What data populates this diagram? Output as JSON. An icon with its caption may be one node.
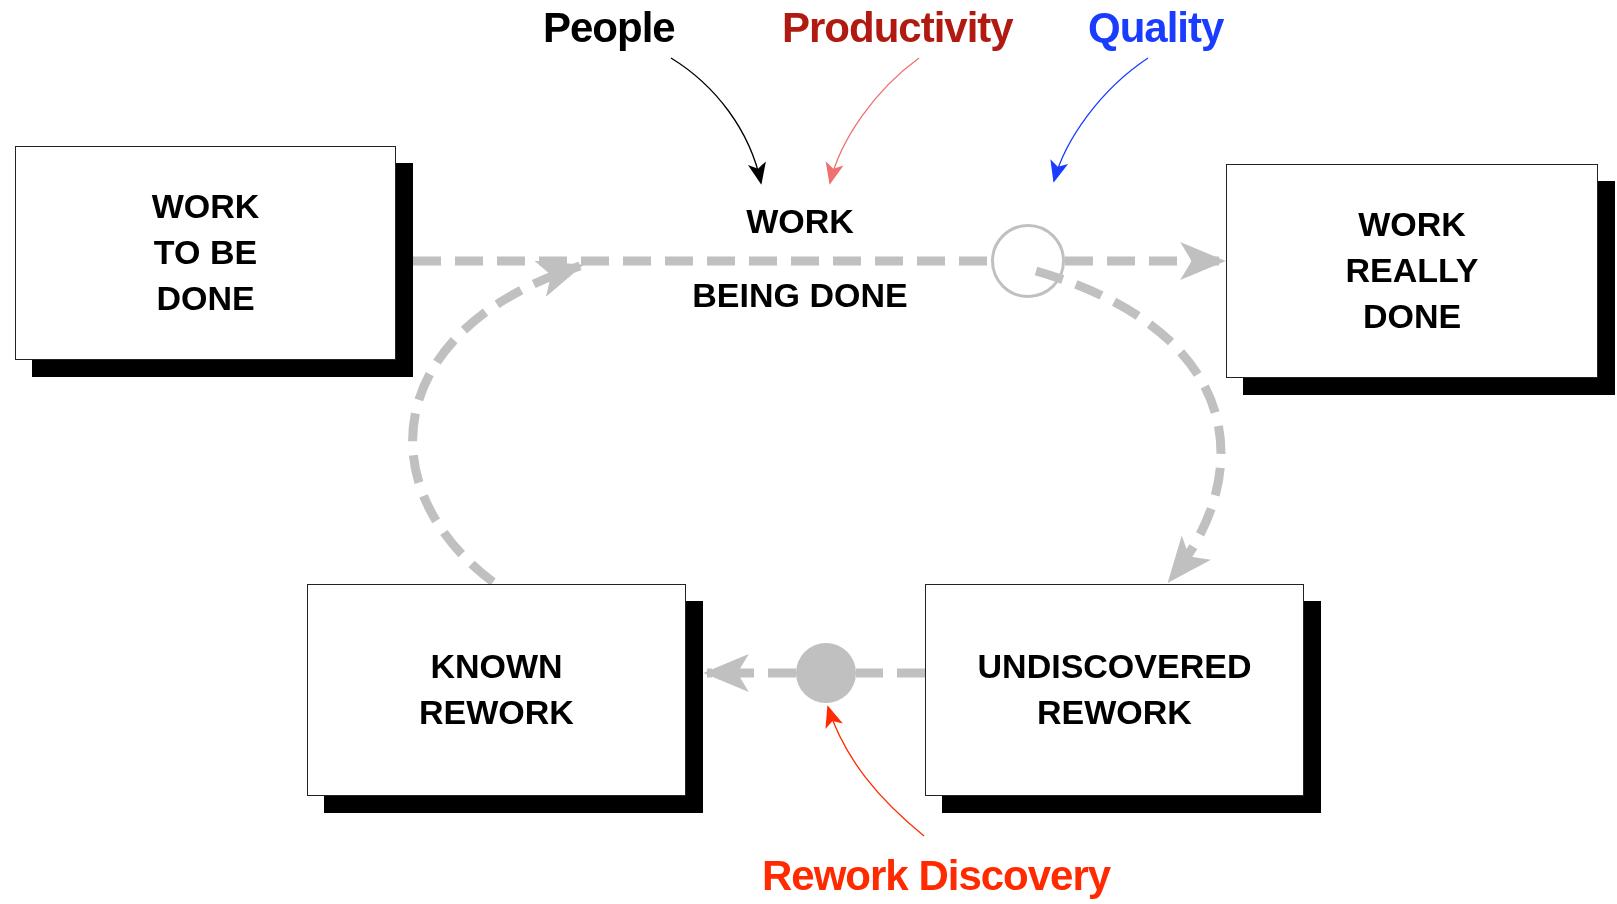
{
  "diagram": {
    "nodes": [
      {
        "text": [
          "WORK TO BE DONE"
        ]
      },
      {
        "text": [
          "WORK REALLY DONE"
        ]
      },
      {
        "text": [
          "KNOWN REWORK"
        ]
      },
      {
        "text": [
          "UNDISCOVERED REWORK"
        ]
      },
      {
        "text": [
          "People"
        ]
      },
      {
        "text": [
          "Productivity"
        ]
      },
      {
        "text": [
          "Quality"
        ]
      },
      {
        "text": [
          "Rework Discovery"
        ]
      },
      {
        "text": [],
        "shape": "circle"
      },
      {
        "text": [],
        "shape": "circle"
      },
      {
        "text": [
          "WORK",
          "BEING DONE"
        ]
      }
    ],
    "edges": [
      {
        "from": 0,
        "to": 8,
        "arrow": "none",
        "style": "dashed"
      },
      {
        "from": 8,
        "to": 1,
        "arrow": "to",
        "style": "dashed"
      },
      {
        "from": 8,
        "to": 3,
        "arrow": "to",
        "style": "dashed"
      },
      {
        "from": 3,
        "to": 9,
        "arrow": "none",
        "style": "dashed"
      },
      {
        "from": 9,
        "to": 2,
        "arrow": "to",
        "style": "dashed"
      },
      {
        "from": 2,
        "to": null,
        "arrow": "to",
        "style": "dashed"
      },
      {
        "from": 4,
        "to": 10,
        "arrow": "to",
        "color": "#000000"
      },
      {
        "from": 5,
        "to": 10,
        "arrow": "to",
        "color": "#f07070"
      },
      {
        "from": 6,
        "to": null,
        "arrow": "to",
        "color": "#1a3cff"
      },
      {
        "from": 7,
        "to": 9,
        "arrow": "to",
        "color": "#ff2a00"
      }
    ]
  }
}
